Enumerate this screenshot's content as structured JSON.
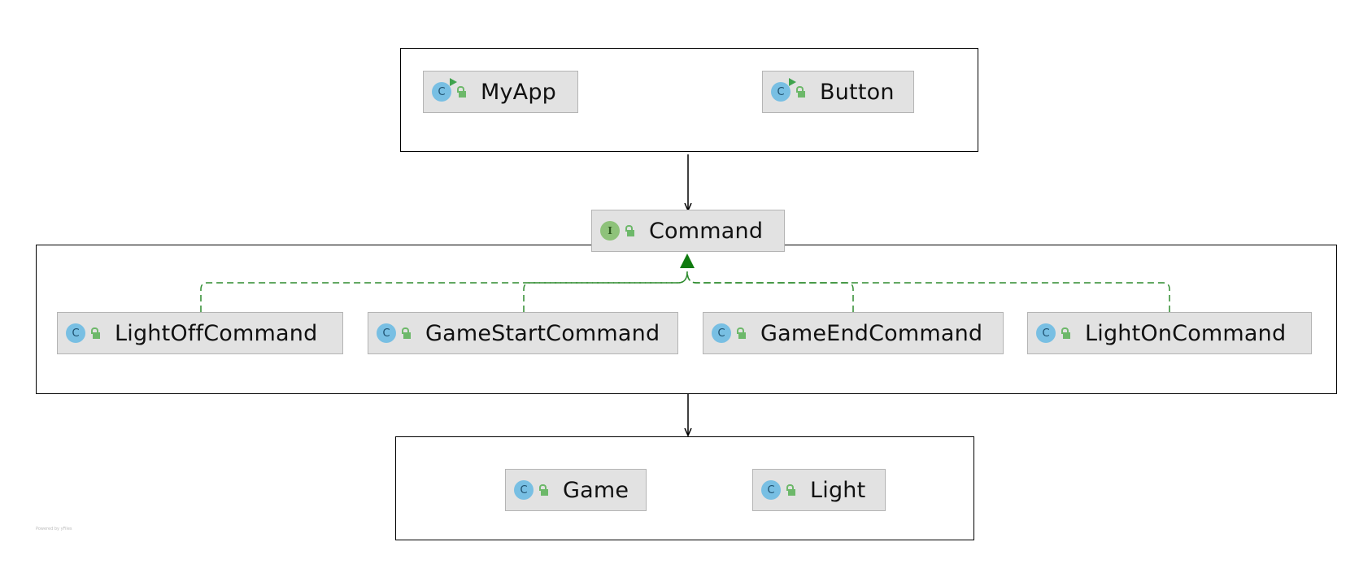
{
  "diagram": {
    "nodes": {
      "myapp": {
        "name": "MyApp",
        "kind": "class",
        "icon": "class-icon",
        "runnable": true
      },
      "button": {
        "name": "Button",
        "kind": "class",
        "icon": "class-icon",
        "runnable": true
      },
      "command": {
        "name": "Command",
        "kind": "interface",
        "icon": "interface-icon",
        "marker": "I"
      },
      "lightoff": {
        "name": "LightOffCommand",
        "kind": "class",
        "icon": "class-icon"
      },
      "gamestart": {
        "name": "GameStartCommand",
        "kind": "class",
        "icon": "class-icon"
      },
      "gameend": {
        "name": "GameEndCommand",
        "kind": "class",
        "icon": "class-icon"
      },
      "lighton": {
        "name": "LightOnCommand",
        "kind": "class",
        "icon": "class-icon"
      },
      "game": {
        "name": "Game",
        "kind": "class",
        "icon": "class-icon"
      },
      "light": {
        "name": "Light",
        "kind": "class",
        "icon": "class-icon"
      }
    },
    "class_marker": "C",
    "interface_marker": "I",
    "edges": [
      {
        "from": "invoker-group",
        "to": "command",
        "type": "dependency"
      },
      {
        "from": "lightoff",
        "to": "command",
        "type": "realization"
      },
      {
        "from": "gamestart",
        "to": "command",
        "type": "realization"
      },
      {
        "from": "gameend",
        "to": "command",
        "type": "realization"
      },
      {
        "from": "lighton",
        "to": "command",
        "type": "realization"
      },
      {
        "from": "commands-group",
        "to": "receiver-group",
        "type": "dependency"
      }
    ],
    "colors": {
      "dependency": "#000000",
      "realization": "#2e8b2e",
      "node_fill": "#e2e2e2",
      "class_icon": "#78bfe3",
      "interface_icon": "#8ec27a"
    }
  },
  "footer": {
    "credit": "Powered by yFiles"
  }
}
